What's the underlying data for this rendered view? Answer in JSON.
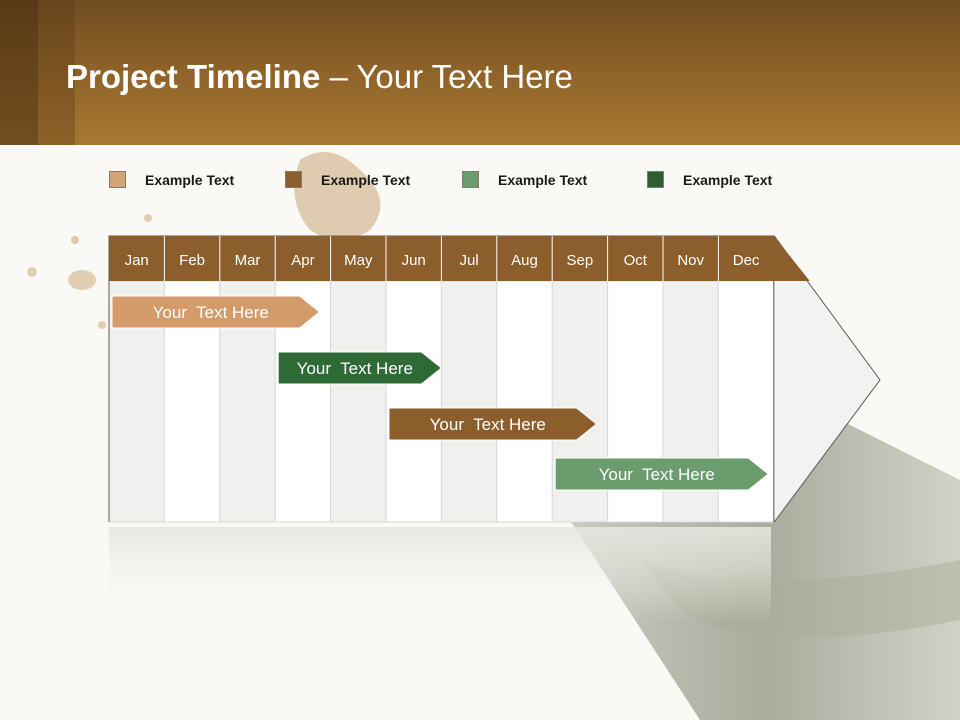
{
  "slide": {
    "title_bold": "Project Timeline",
    "title_rest": " – Your Text Here"
  },
  "legend": [
    {
      "label": "Example Text",
      "color": "#d4a574"
    },
    {
      "label": "Example Text",
      "color": "#8c5e2b"
    },
    {
      "label": "Example Text",
      "color": "#6a9c6e"
    },
    {
      "label": "Example Text",
      "color": "#2e5e32"
    }
  ],
  "months": [
    "Jan",
    "Feb",
    "Mar",
    "Apr",
    "May",
    "Jun",
    "Jul",
    "Aug",
    "Sep",
    "Oct",
    "Nov",
    "Dec"
  ],
  "bars": [
    {
      "label": "Your  Text Here",
      "start": 0,
      "end": 3.8,
      "color": "#d39a6a"
    },
    {
      "label": "Your  Text Here",
      "start": 3.0,
      "end": 6.0,
      "color": "#2e6a35"
    },
    {
      "label": "Your  Text Here",
      "start": 5.0,
      "end": 8.8,
      "color": "#8c5e2b"
    },
    {
      "label": "Your  Text Here",
      "start": 8.0,
      "end": 11.9,
      "color": "#6a9c6e"
    }
  ],
  "colors": {
    "header": "#8c6128",
    "month_header": "#8c5e2b",
    "column_light": "#f0f0ef",
    "column_white": "#ffffff"
  }
}
